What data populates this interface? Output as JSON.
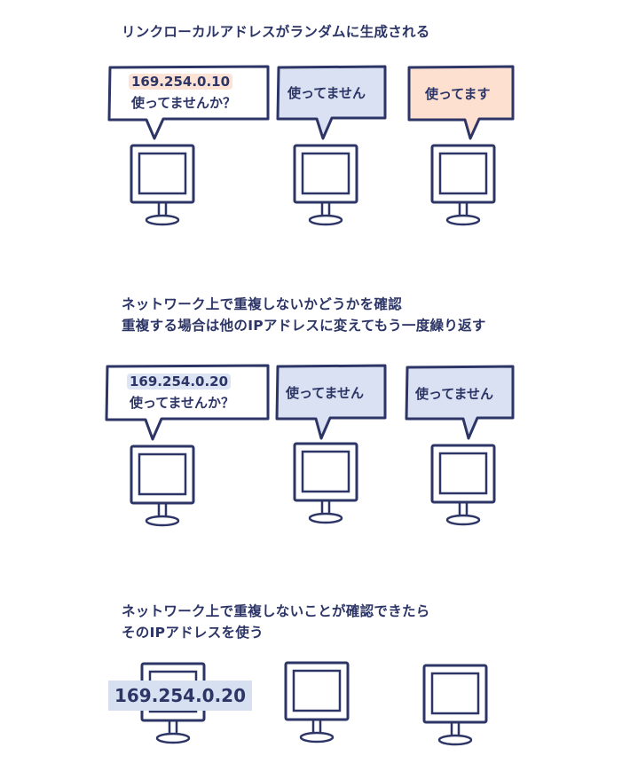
{
  "section1": {
    "caption": [
      "リンクローカルアドレスがランダムに生成される"
    ],
    "bubbles": [
      {
        "ip": "169.254.0.10",
        "text": "使ってませんか？"
      },
      {
        "text": "使ってません"
      },
      {
        "text": "使ってます"
      }
    ]
  },
  "section2": {
    "caption": [
      "ネットワーク上で重複しないかどうかを確認",
      "重複する場合は他のIPアドレスに変えてもう一度繰り返す"
    ],
    "bubbles": [
      {
        "ip": "169.254.0.20",
        "text": "使ってませんか？"
      },
      {
        "text": "使ってません"
      },
      {
        "text": "使ってません"
      }
    ]
  },
  "section3": {
    "caption": [
      "ネットワーク上で重複しないことが確認できたら",
      "そのIPアドレスを使う"
    ],
    "assigned_ip": "169.254.0.20"
  },
  "colors": {
    "ink": "#2c3566",
    "reply_blue": "#d9e1f2",
    "reply_orange": "#fde0cf",
    "ip_highlight": "#d7e0f1"
  }
}
